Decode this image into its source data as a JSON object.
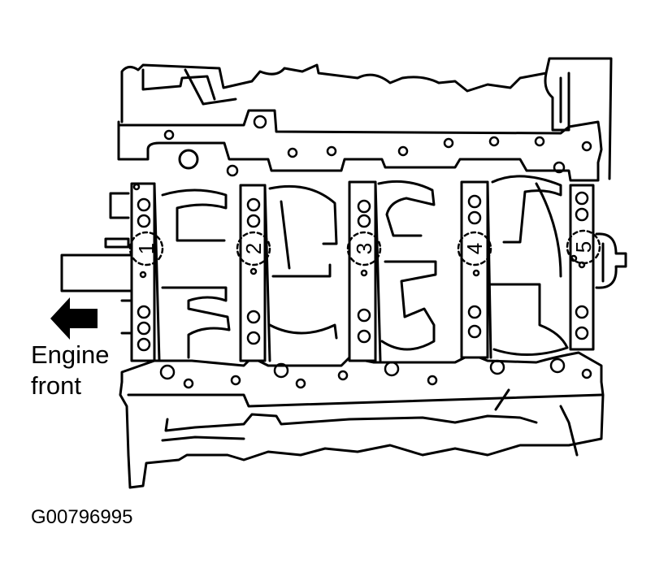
{
  "labels": {
    "direction_line1": "Engine",
    "direction_line2": "front",
    "figure_code": "G00796995"
  },
  "bearing_caps": [
    "1",
    "2",
    "3",
    "4",
    "5"
  ],
  "icons": {
    "direction": "left-arrow-icon"
  },
  "colors": {
    "ink": "#000000",
    "paper": "#ffffff"
  }
}
